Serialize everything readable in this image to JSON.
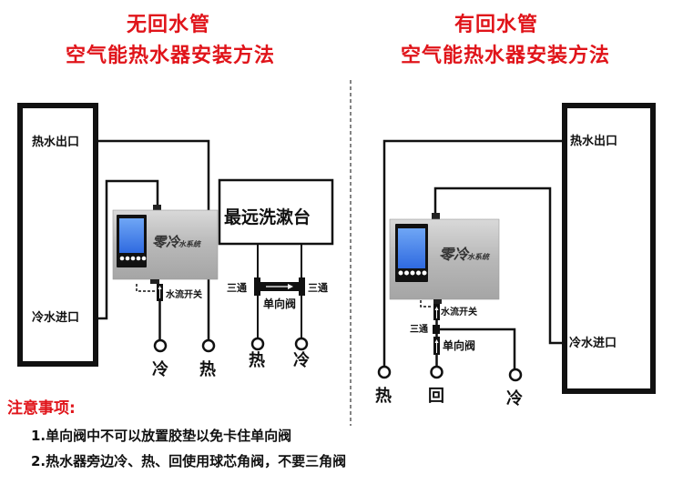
{
  "left": {
    "title_line1": "无回水管",
    "title_line2": "空气能热水器安装方法",
    "tank_hot_outlet": "热水出口",
    "tank_cold_inlet": "冷水进口",
    "flow_switch": "水流开关",
    "sink_label": "最远洗漱台",
    "tee_left": "三通",
    "tee_right": "三通",
    "check_valve": "单向阀",
    "bottom_cold": "冷",
    "bottom_hot": "热",
    "sink_hot": "热",
    "sink_cold": "冷",
    "unit_brand": "零冷",
    "unit_sub": "水系统"
  },
  "right": {
    "title_line1": "有回水管",
    "title_line2": "空气能热水器安装方法",
    "tank_hot_outlet": "热水出口",
    "tank_cold_inlet": "冷水进口",
    "flow_switch": "水流开关",
    "tee": "三通",
    "check_valve": "单向阀",
    "bottom_hot": "热",
    "bottom_return": "回",
    "bottom_cold": "冷",
    "unit_brand": "零冷",
    "unit_sub": "水系统"
  },
  "notes": {
    "title": "注意事项:",
    "items": [
      "1.单向阀中不可以放置胶垫以免卡住单向阀",
      "2.热水器旁边冷、热、回使用球芯角阀，不要三角阀"
    ]
  },
  "colors": {
    "title_red": "#e0141a",
    "line_black": "#111111",
    "lcd_blue": "#3a78e6"
  }
}
